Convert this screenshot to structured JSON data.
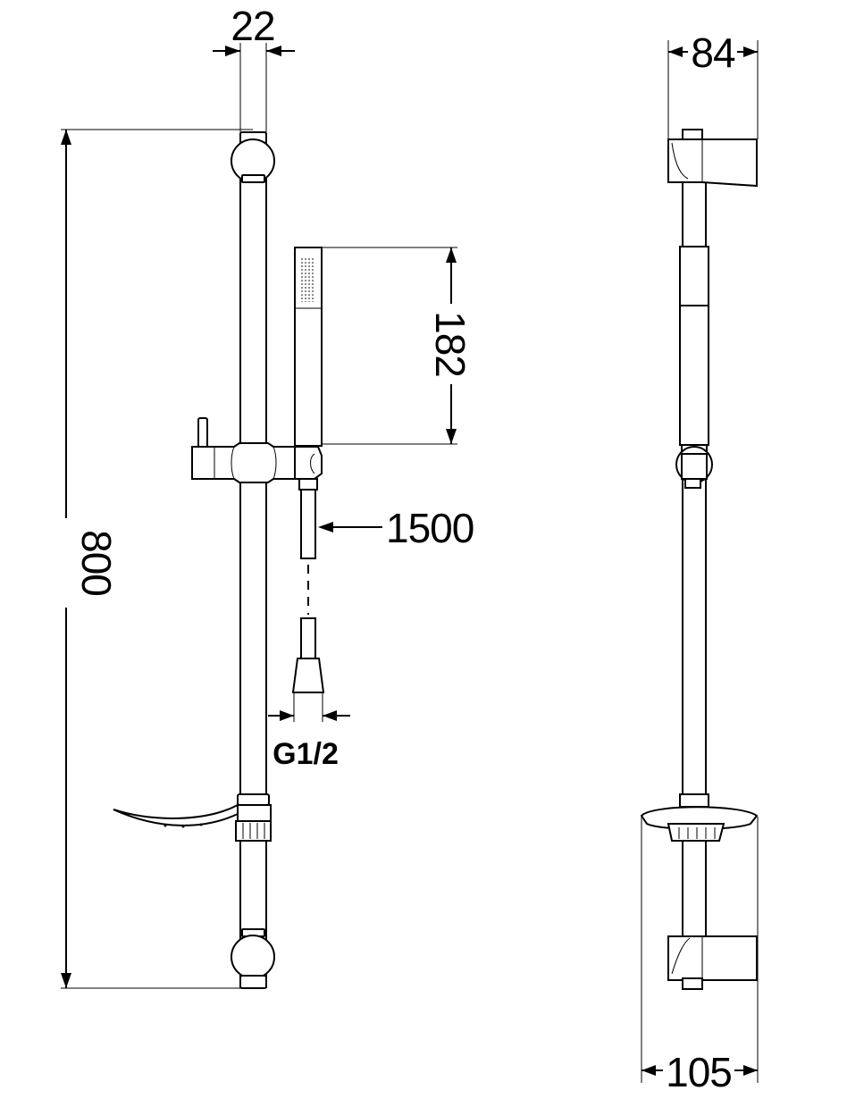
{
  "dimensions": {
    "rail_diameter": "22",
    "rail_length": "800",
    "handshower_length": "182",
    "hose_length": "1500",
    "thread": "G1/2",
    "depth_top": "84",
    "depth_soap_dish": "105"
  },
  "colors": {
    "line": "#000000",
    "background": "#ffffff"
  }
}
